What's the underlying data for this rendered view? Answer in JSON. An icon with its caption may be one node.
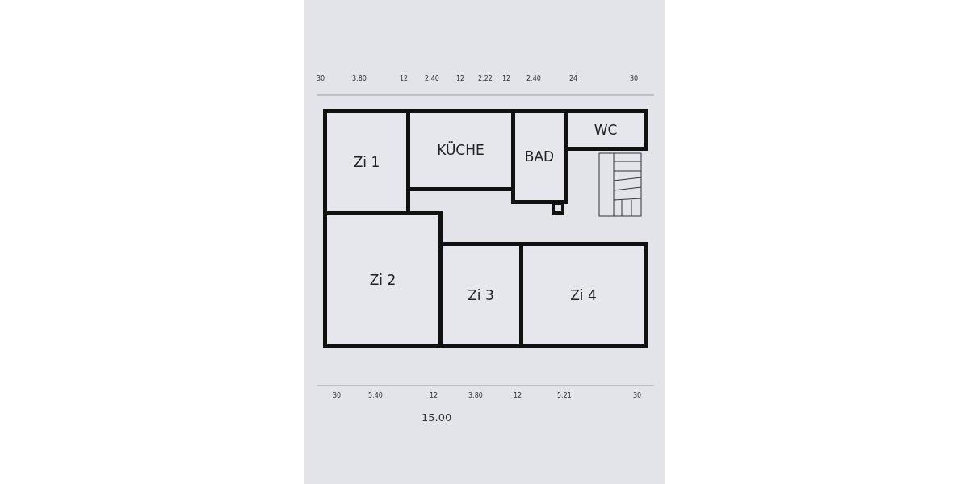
{
  "diagram": {
    "nodes": [
      {
        "text": [
          "Zi 1"
        ]
      },
      {
        "text": [
          "KÜCHE"
        ]
      },
      {
        "text": [
          "BAD"
        ]
      },
      {
        "text": [
          "WC"
        ]
      },
      {
        "text": [
          "Zi 2"
        ]
      },
      {
        "text": [
          "Zi 3"
        ]
      },
      {
        "text": [
          "Zi 4"
        ]
      }
    ],
    "edges": [],
    "labels": [
      "30",
      "3.80",
      "12",
      "2.40",
      "12",
      "2.22",
      "12",
      "2.40",
      "24",
      "30",
      "30",
      "5.40",
      "12",
      "3.80",
      "12",
      "5.21",
      "30",
      "15.00"
    ]
  }
}
